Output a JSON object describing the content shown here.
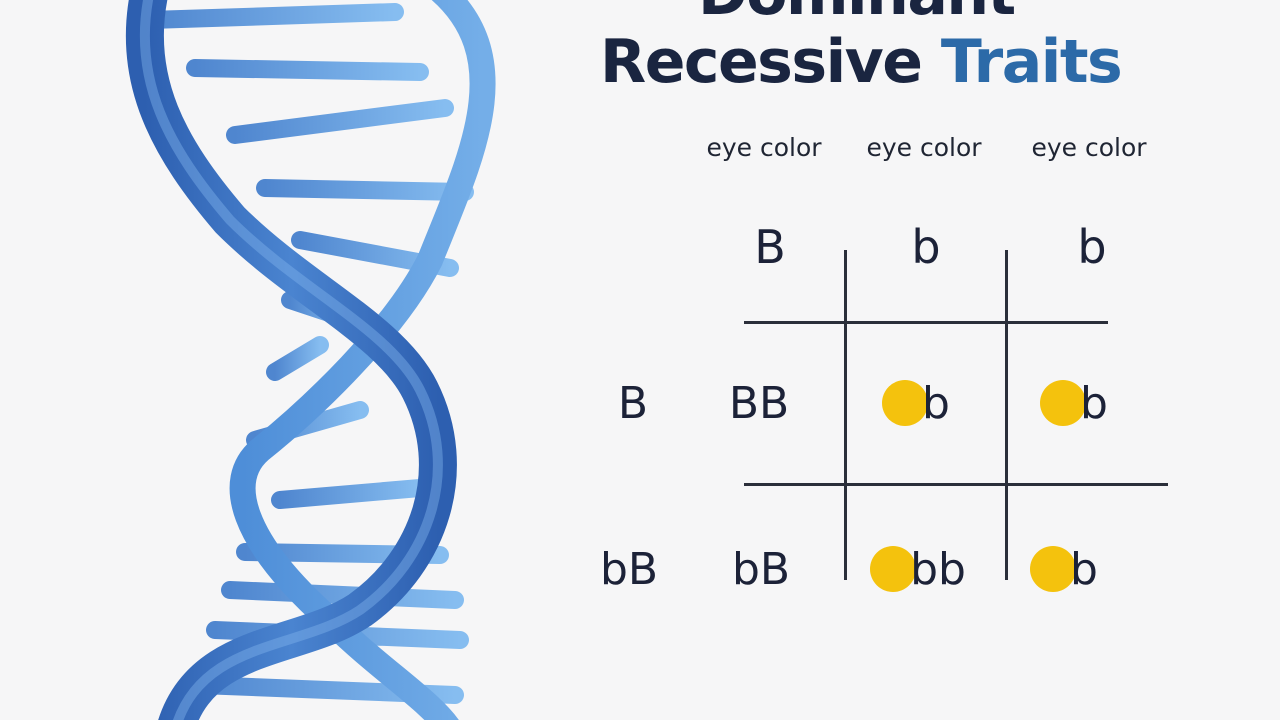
{
  "title": {
    "line1": "Dominant",
    "line2_main": "Recessive",
    "line2_accent": "Traits"
  },
  "column_headers": [
    "eye color",
    "eye color",
    "eye color"
  ],
  "punnett": {
    "top_alleles": [
      "B",
      "b",
      "b"
    ],
    "rows": [
      {
        "row_label": "B",
        "cells": [
          "BB",
          "b",
          "b"
        ]
      },
      {
        "row_label": "bB",
        "cells": [
          "bB",
          "bb",
          "b"
        ]
      }
    ]
  },
  "colors": {
    "dot": "#f4c20d",
    "accent": "#2c6aa8",
    "dna_blue": "#3f74c4"
  },
  "icons": {
    "dna": "dna-double-helix-icon",
    "dot": "yellow-dot-icon"
  }
}
